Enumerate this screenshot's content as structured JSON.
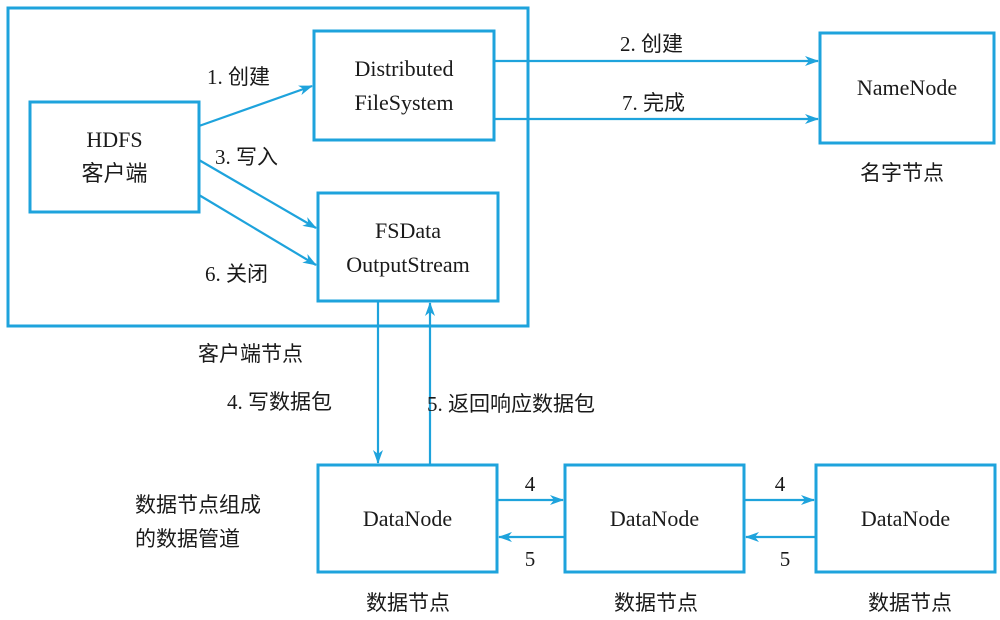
{
  "colors": {
    "accent": "#1ea3dc",
    "text": "#1a1a1a"
  },
  "groups": {
    "client_node": "客户端节点",
    "pipeline": [
      "数据节点组成",
      "的数据管道"
    ]
  },
  "nodes": {
    "hdfs_client": [
      "HDFS",
      "客户端"
    ],
    "dfs": [
      "Distributed",
      "FileSystem"
    ],
    "fsdata": [
      "FSData",
      "OutputStream"
    ],
    "namenode": "NameNode",
    "datanode_1": "DataNode",
    "datanode_2": "DataNode",
    "datanode_3": "DataNode"
  },
  "captions": {
    "namenode": "名字节点",
    "datanode_1": "数据节点",
    "datanode_2": "数据节点",
    "datanode_3": "数据节点"
  },
  "edges": {
    "step1": "1. 创建",
    "step2": "2. 创建",
    "step3": "3. 写入",
    "step4": "4. 写数据包",
    "step5": "5. 返回响应数据包",
    "step6": "6. 关闭",
    "step7": "7. 完成",
    "dn12_forward": "4",
    "dn12_back": "5",
    "dn23_forward": "4",
    "dn23_back": "5"
  }
}
